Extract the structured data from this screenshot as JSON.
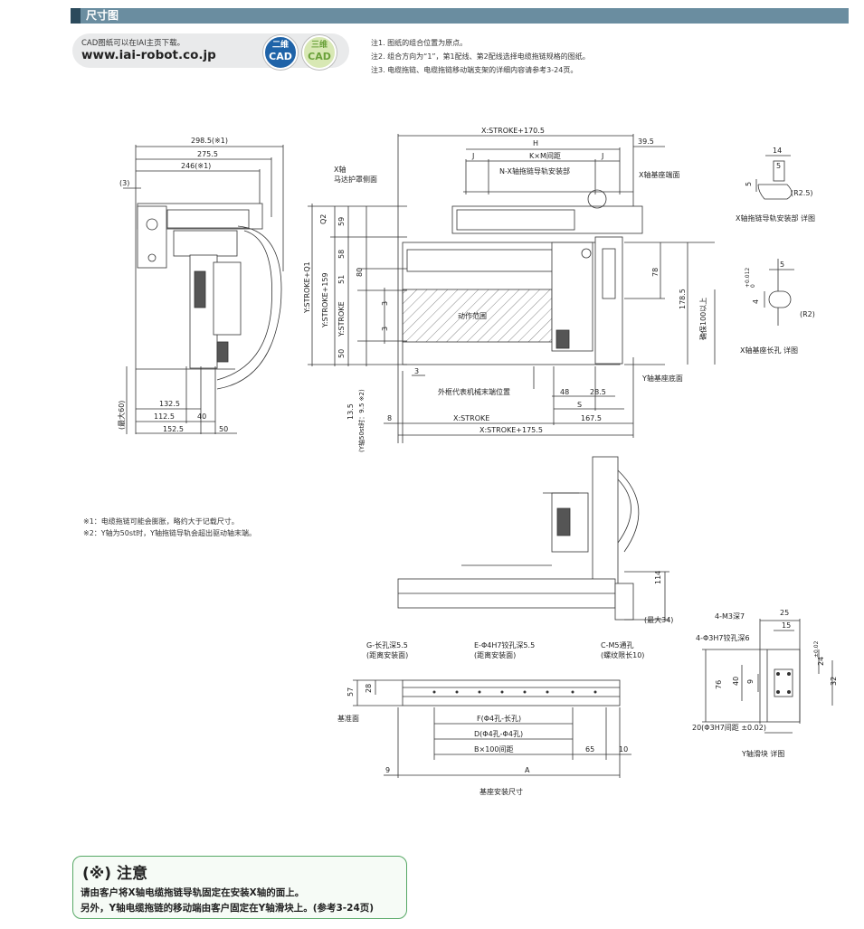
{
  "header": {
    "title": "尺寸图"
  },
  "cad": {
    "note": "CAD图纸可以在IAI主页下载。",
    "url": "www.iai-robot.co.jp",
    "badge_2d_top": "二维",
    "badge_2d_bottom": "CAD",
    "badge_3d_top": "三维",
    "badge_3d_bottom": "CAD"
  },
  "notes": [
    "注1. 图纸的组合位置为原点。",
    "注2. 组合方向为“1”，第1配线、第2配线选择电缆拖链规格的图纸。",
    "注3. 电缆拖链、电缆拖链移动端支架的详细内容请参考3-24页。"
  ],
  "footnotes": [
    "※1：电缆拖链可能会膨胀，略约大于记载尺寸。",
    "※2：Y轴为50st时，Y轴拖链导轨会超出驱动轴末端。"
  ],
  "caution": {
    "title": "(※) 注意",
    "line1": "请由客户将X轴电缆拖链导轨固定在安装X轴的面上。",
    "line2": "另外，Y轴电缆拖链的移动端由客户固定在Y轴滑块上。(参考3-24页)"
  },
  "side_view": {
    "dim_298": "298.5(※1)",
    "dim_275": "275.5",
    "dim_246": "246(※1)",
    "dim_3": "(3)",
    "dim_132": "132.5",
    "dim_112": "112.5",
    "dim_40": "40",
    "dim_152": "152.5",
    "dim_50": "50",
    "dim_max60": "(最大60)"
  },
  "top_view": {
    "dim_x170": "X:STROKE+170.5",
    "dim_h": "H",
    "dim_39": "39.5",
    "dim_j1": "J",
    "dim_kxm": "K×M间距",
    "dim_j2": "J",
    "label_rail_mount": "N-X轴拖链导轨安装部",
    "label_motor_cover_1": "X轴",
    "label_motor_cover_2": "马达护罩侧面",
    "label_x_base_end": "X轴基座端面",
    "dim_q2": "Q2",
    "dim_59": "59",
    "dim_58": "58",
    "dim_80": "80",
    "dim_51": "51",
    "dim_3a": "3",
    "dim_3b": "3",
    "dim_50": "50",
    "dim_ystroke_q1": "Y:STROKE+Q1",
    "dim_ystroke_159": "Y:STROKE+159",
    "dim_ystroke": "Y:STROKE",
    "label_work_range": "动作范围",
    "dim_78": "78",
    "dim_178": "178.5",
    "dim_100": "确保100以上",
    "label_y_base_bottom": "Y轴基座底面",
    "dim_3c": "3",
    "label_mech_end": "外框代表机械末端位置",
    "dim_48": "48",
    "dim_28": "28.5",
    "dim_s": "S",
    "dim_8": "8",
    "dim_xstroke": "X:STROKE",
    "dim_167": "167.5",
    "dim_x175": "X:STROKE+175.5",
    "dim_135": "13.5",
    "dim_y50": "(Y轴50st时：9.5 ※2)"
  },
  "detail_x_rail": {
    "dim_14": "14",
    "dim_5a": "5",
    "dim_5b": "5",
    "dim_r25": "(R2.5)",
    "caption": "X轴拖链导轨安装部 详图"
  },
  "detail_x_slot": {
    "dim_5": "5",
    "dim_4": "4",
    "tol_upper": "+0.012",
    "tol_lower": "0",
    "dim_r2": "(R2)",
    "caption": "X轴基座长孔 详图"
  },
  "front_view": {
    "dim_114": "114",
    "dim_max34": "(最大34)"
  },
  "base_mount": {
    "label_g": "G-长孔深5.5",
    "label_g2": "(距离安装面)",
    "label_e": "E-Φ4H7铰孔深5.5",
    "label_e2": "(距离安装面)",
    "label_c": "C-M5通孔",
    "label_c2": "(螺纹限长10)",
    "dim_57": "57",
    "dim_28": "28",
    "label_ref": "基准面",
    "dim_f": "F(Φ4孔-长孔)",
    "dim_d": "D(Φ4孔-Φ4孔)",
    "dim_b": "B×100间距",
    "dim_65": "65",
    "dim_10": "10",
    "dim_9": "9",
    "dim_a": "A",
    "caption": "基座安装尺寸"
  },
  "y_slider": {
    "label_m3": "4-M3深7",
    "label_h7": "4-Φ3H7铰孔深6",
    "dim_25": "25",
    "dim_15": "15",
    "dim_24": "24",
    "tol_002": "±0.02",
    "dim_76": "76",
    "dim_40": "40",
    "dim_9": "9",
    "dim_32": "32",
    "dim_20": "20(Φ3H7间距 ±0.02)",
    "caption": "Y轴滑块 详图"
  }
}
